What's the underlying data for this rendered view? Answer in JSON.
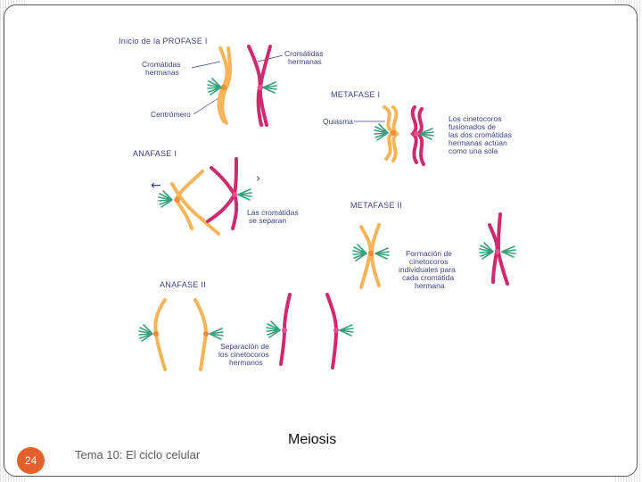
{
  "slide": {
    "title": "Meiosis",
    "footer": "Tema 10: El ciclo celular",
    "page_number": "24"
  },
  "colors": {
    "accent": "#e1602c",
    "label_text": "#3b3f82",
    "chromosome_orange": "#f5b458",
    "chromosome_magenta": "#cf2a6e",
    "kinetochore_green": "#3aa07a"
  },
  "diagram": {
    "prophase": {
      "title": "Inicio de la PROFASE I",
      "sister_chromatids_left": [
        "Cromátidas",
        "hermanas"
      ],
      "sister_chromatids_right": [
        "Cromátidas",
        "hermanas"
      ],
      "centromere": "Centrómero"
    },
    "metaphase1": {
      "title": "METAFASE I",
      "chiasma": "Quiasma",
      "kinetochore_note": [
        "Los cinetocoros",
        "fusionados de",
        "las dos cromátidas",
        "hermanas actúan",
        "como una sola"
      ]
    },
    "anaphase1": {
      "title": "ANAFASE I",
      "left_arrow": "←",
      "right_arrow": "›",
      "separation_note": [
        "Las cromátidas",
        "se separan"
      ]
    },
    "metaphase2": {
      "title": "METAFASE II",
      "formation_note": [
        "Formación de",
        "cinetocoros",
        "individuales para",
        "cada cromátida",
        "hermana"
      ]
    },
    "anaphase2": {
      "title": "ANAFASE II",
      "separation_note": [
        "Separación de",
        "los cinetocoros",
        "hermanos"
      ]
    }
  }
}
